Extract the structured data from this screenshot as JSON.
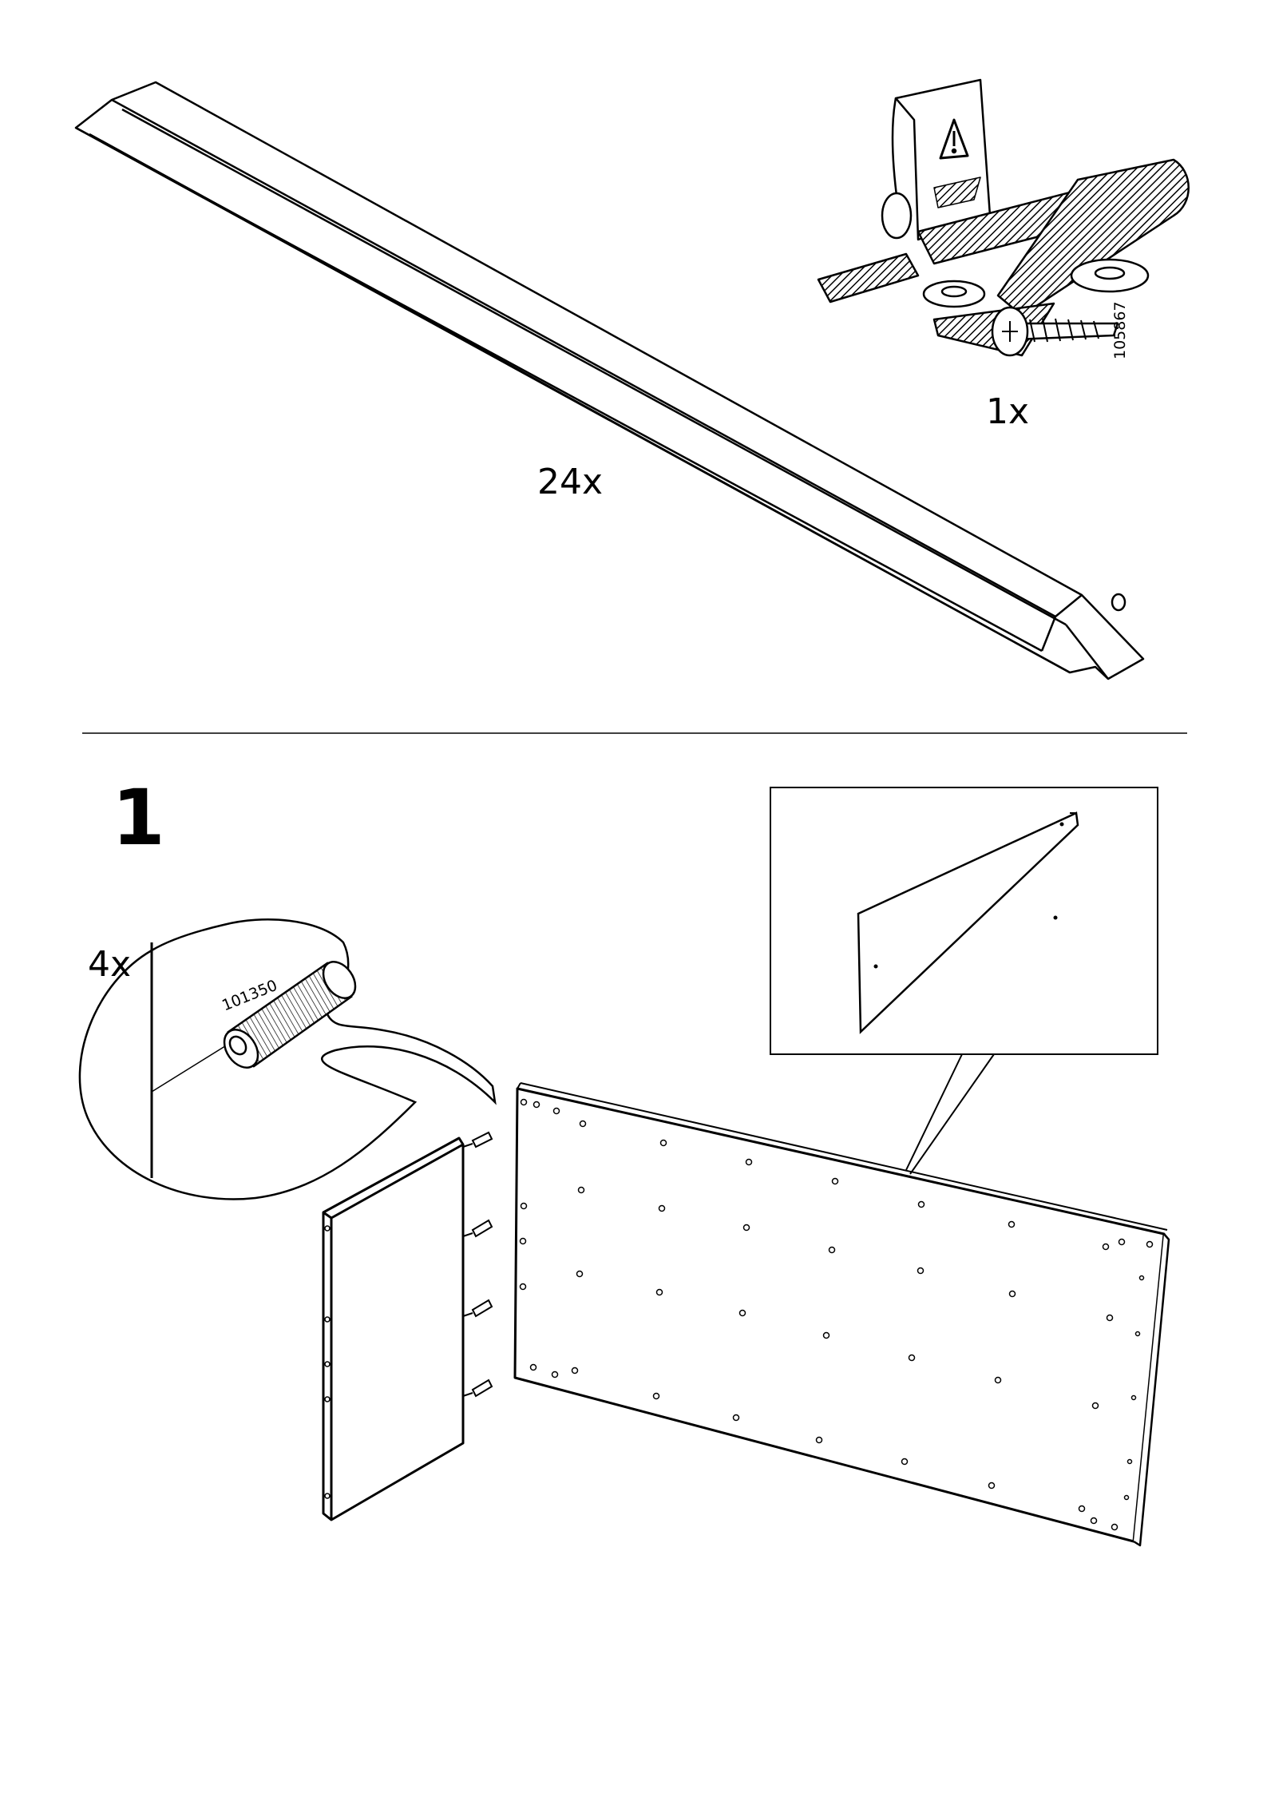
{
  "parts": {
    "slat": {
      "quantity": "24x"
    },
    "safety_kit": {
      "quantity": "1x",
      "part_number": "105867"
    }
  },
  "step": {
    "number": "1",
    "dowel": {
      "quantity": "4x",
      "part_number": "101350"
    }
  }
}
